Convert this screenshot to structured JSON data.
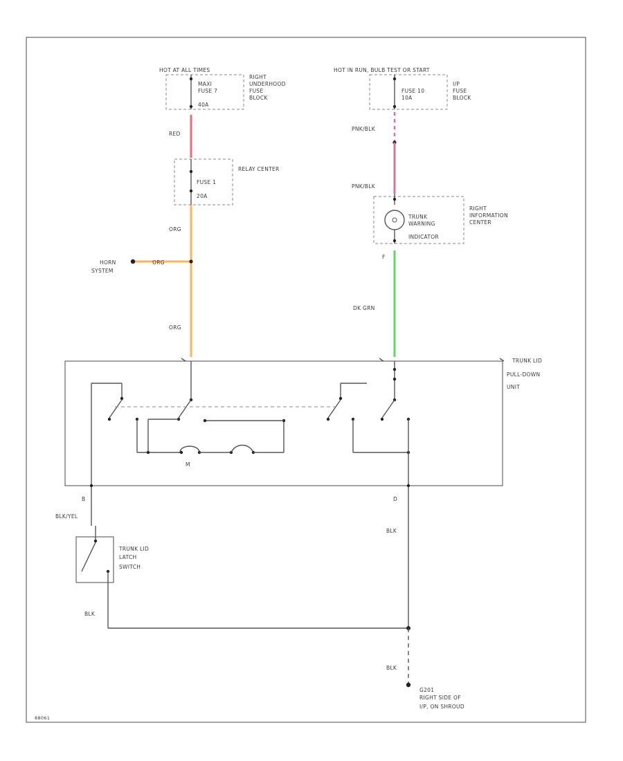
{
  "fuses": {
    "left_source": "HOT AT ALL TIMES",
    "left_fuse": [
      "MAXI",
      "FUSE 7",
      "40A"
    ],
    "left_block": [
      "RIGHT",
      "UNDERHOOD",
      "FUSE",
      "BLOCK"
    ],
    "right_source": "HOT IN RUN, BULB TEST OR START",
    "right_fuse": [
      "FUSE 10",
      "10A"
    ],
    "right_block": [
      "I/P",
      "FUSE",
      "BLOCK"
    ]
  },
  "relay": {
    "fuse": [
      "FUSE 1",
      "20A"
    ],
    "label": "RELAY CENTER"
  },
  "wires": {
    "red": "RED",
    "org_1": "ORG",
    "org_2": "ORG",
    "org_3": "ORG",
    "pnk_blk_1": "PNK/BLK",
    "pnk_blk_2": "PNK/BLK",
    "dk_grn": "DK GRN",
    "blk_yel": "BLK/YEL",
    "blk_1": "BLK",
    "blk_2": "BLK",
    "blk_3": "BLK"
  },
  "horn": [
    "HORN",
    "SYSTEM"
  ],
  "indicator": {
    "text": [
      "TRUNK",
      "WARNING",
      "INDICATOR"
    ],
    "center": [
      "RIGHT",
      "INFORMATION",
      "CENTER"
    ],
    "pin": "F"
  },
  "pulldown": {
    "label": [
      "TRUNK LID",
      "PULL-DOWN",
      "UNIT"
    ],
    "pin_b": "B",
    "pin_d": "D",
    "motor": "M"
  },
  "latch": [
    "TRUNK LID",
    "LATCH",
    "SWITCH"
  ],
  "ground": [
    "G201",
    "RIGHT SIDE OF",
    "I/P, ON SHROUD"
  ],
  "figure_id": "88061",
  "colors": {
    "red": "#f06a78",
    "orange": "#ffb15c",
    "pink": "#e0709a",
    "green": "#5fd86a",
    "wire": "#555555"
  }
}
